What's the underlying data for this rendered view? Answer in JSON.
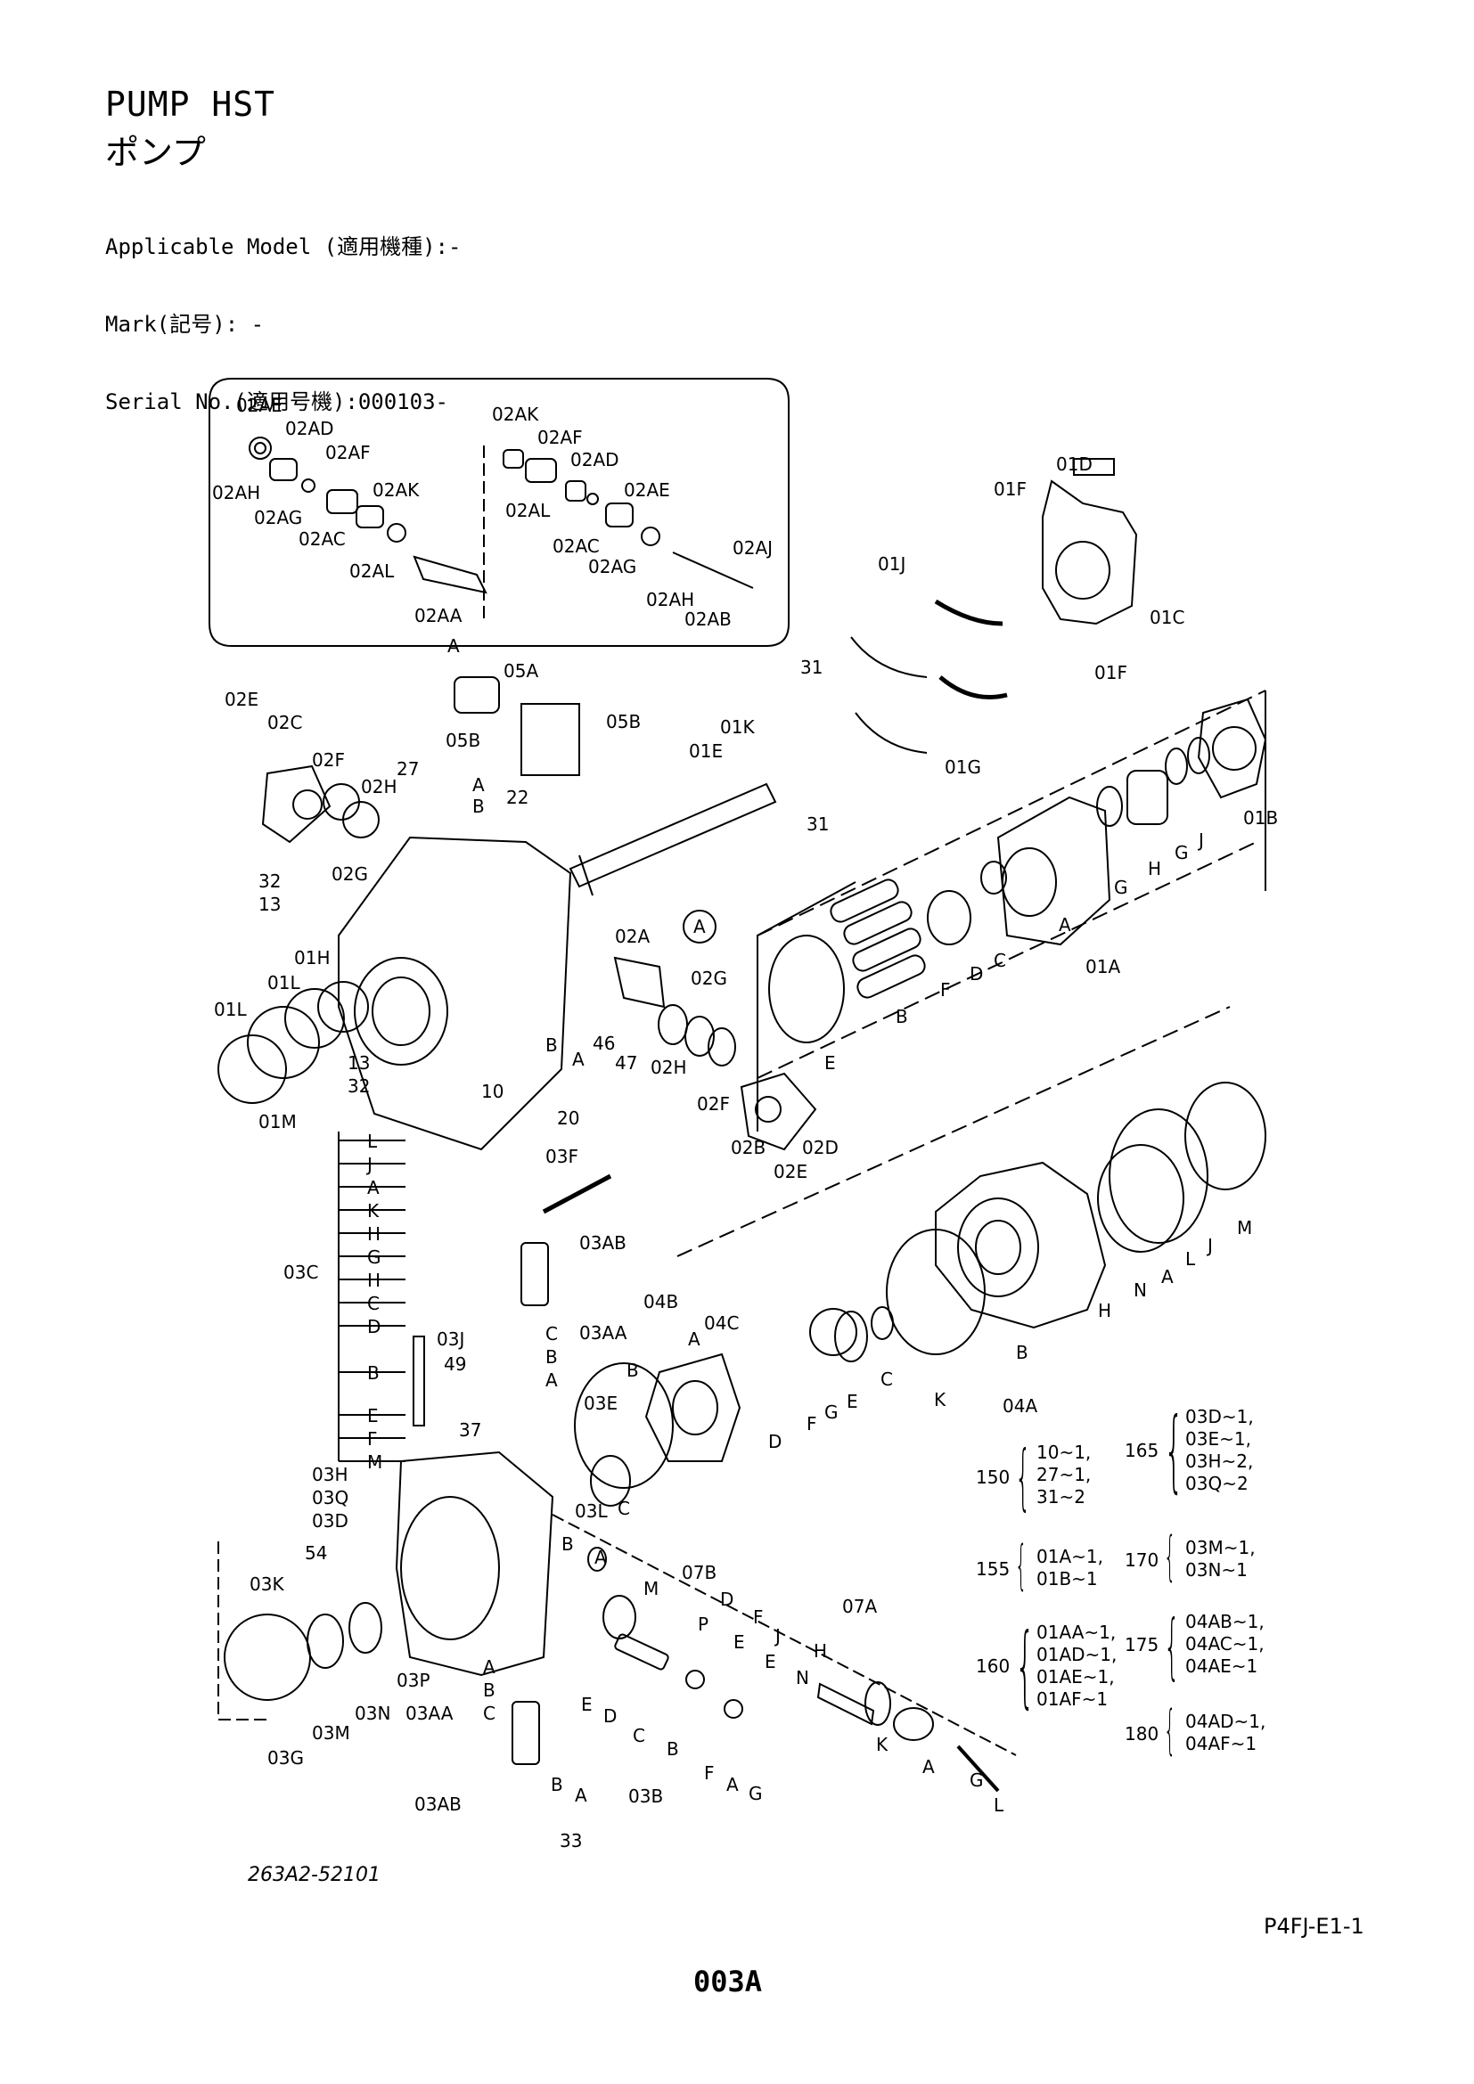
{
  "header": {
    "title": "PUMP HST",
    "title_jp": "ポンプ",
    "applicable_model": "Applicable Model (適用機種):-",
    "mark": "Mark(記号): -",
    "serial_no": "Serial No.(適用号機):000103-"
  },
  "footer": {
    "drawing_no": "263A2-52101",
    "page_id": "P4FJ-E1-1",
    "page_no": "003A"
  },
  "callouts": {
    "detail_A": [
      "02AE",
      "02AD",
      "02AF",
      "02AK",
      "02AH",
      "02AG",
      "02AC",
      "02AL",
      "02AA",
      "02AK",
      "02AF",
      "02AD",
      "02AE",
      "02AL",
      "02AC",
      "02AG",
      "02AJ",
      "02AH",
      "02AB",
      "A"
    ],
    "upper": [
      "01D",
      "01F",
      "01J",
      "01C",
      "01F",
      "31",
      "01G",
      "31",
      "01K",
      "01E",
      "05A",
      "05B",
      "05B",
      "02E",
      "02C",
      "02F",
      "02H",
      "27",
      "A",
      "B",
      "22",
      "32",
      "02G",
      "13",
      "01H",
      "01L",
      "01L",
      "01M",
      "13",
      "32",
      "10",
      "B",
      "A",
      "46",
      "47",
      "20",
      "02A",
      "A",
      "02G",
      "02H",
      "02F",
      "02B",
      "02D",
      "02E",
      "E",
      "B",
      "F",
      "D",
      "C",
      "A",
      "01A",
      "G",
      "H",
      "G",
      "J",
      "01B"
    ],
    "lower": [
      "L",
      "J",
      "A",
      "K",
      "H",
      "G",
      "H",
      "C",
      "D",
      "B",
      "E",
      "F",
      "M",
      "03C",
      "03F",
      "03AB",
      "03AA",
      "C",
      "B",
      "A",
      "03J",
      "49",
      "37",
      "04B",
      "B",
      "04C",
      "A",
      "03E",
      "D",
      "F",
      "G",
      "E",
      "C",
      "K",
      "B",
      "04A",
      "H",
      "N",
      "A",
      "L",
      "J",
      "M",
      "03H",
      "03Q",
      "03D",
      "54",
      "03K",
      "03L",
      "B",
      "A",
      "C",
      "M",
      "07B",
      "P",
      "D",
      "E",
      "F",
      "J",
      "E",
      "N",
      "H",
      "07A",
      "03G",
      "03M",
      "03N",
      "03P",
      "03AA",
      "A",
      "B",
      "C",
      "E",
      "D",
      "C",
      "B",
      "F",
      "A",
      "G",
      "K",
      "A",
      "G",
      "L",
      "03AB",
      "B",
      "A",
      "33",
      "03B"
    ],
    "circled": [
      "A"
    ]
  },
  "kits": [
    {
      "qty": "150",
      "items": [
        "10~1,",
        "27~1,",
        "31~2"
      ]
    },
    {
      "qty": "165",
      "items": [
        "03D~1,",
        "03E~1,",
        "03H~2,",
        "03Q~2"
      ]
    },
    {
      "qty": "155",
      "items": [
        "01A~1,",
        "01B~1"
      ]
    },
    {
      "qty": "170",
      "items": [
        "03M~1,",
        "03N~1"
      ]
    },
    {
      "qty": "160",
      "items": [
        "01AA~1,",
        "01AD~1,",
        "01AE~1,",
        "01AF~1"
      ]
    },
    {
      "qty": "175",
      "items": [
        "04AB~1,",
        "04AC~1,",
        "04AE~1"
      ]
    },
    {
      "qty": "180",
      "items": [
        "04AD~1,",
        "04AF~1"
      ]
    }
  ]
}
